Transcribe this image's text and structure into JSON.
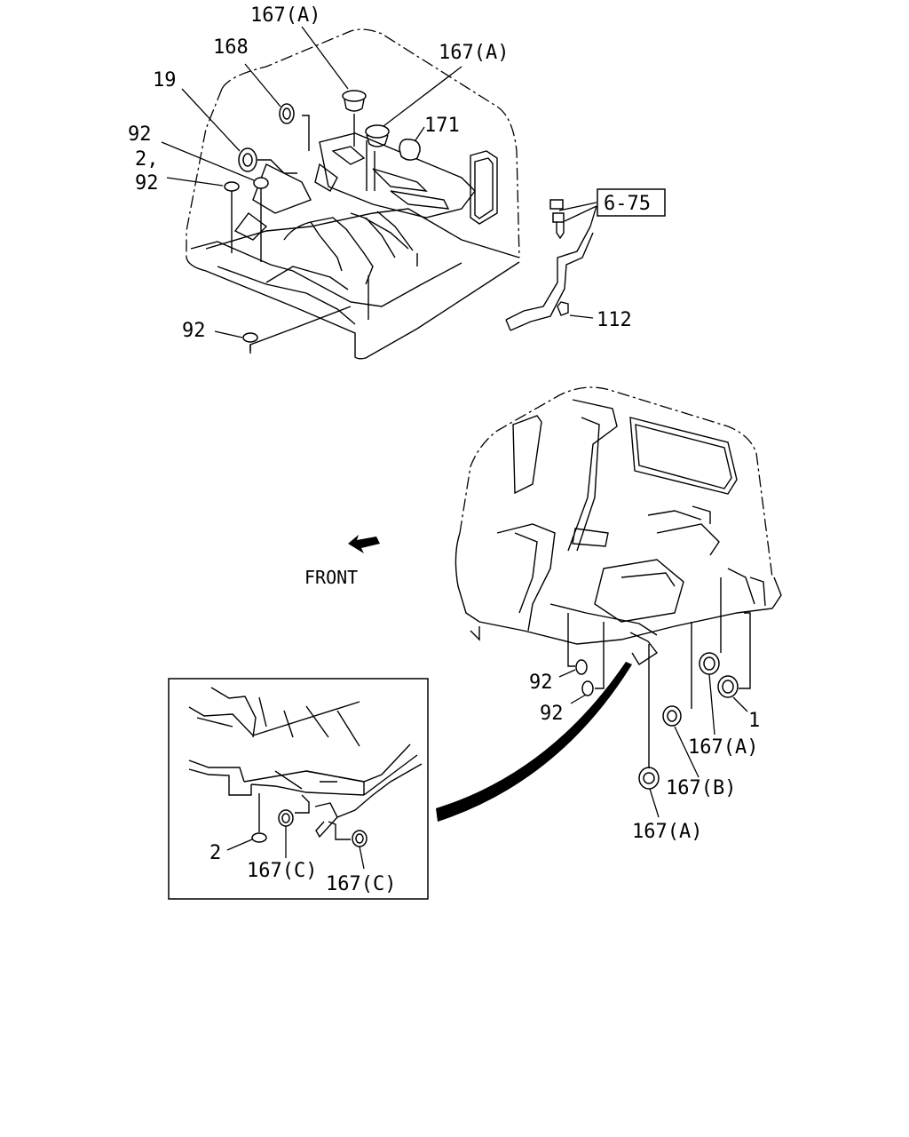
{
  "labels": {
    "l_167a_top": "167(A)",
    "l_168": "168",
    "l_19": "19",
    "l_167a_mid": "167(A)",
    "l_171": "171",
    "l_92_a": "92",
    "l_2_comma": "2,",
    "l_92_b": "92",
    "l_675": "6-75",
    "l_112": "112",
    "l_92_c": "92",
    "l_front": "FRONT",
    "l_92_d": "92",
    "l_92_e": "92",
    "l_1": "1",
    "l_167a_r1": "167(A)",
    "l_167b": "167(B)",
    "l_167a_r2": "167(A)",
    "l_2_inset": "2",
    "l_167c_1": "167(C)",
    "l_167c_2": "167(C)"
  }
}
